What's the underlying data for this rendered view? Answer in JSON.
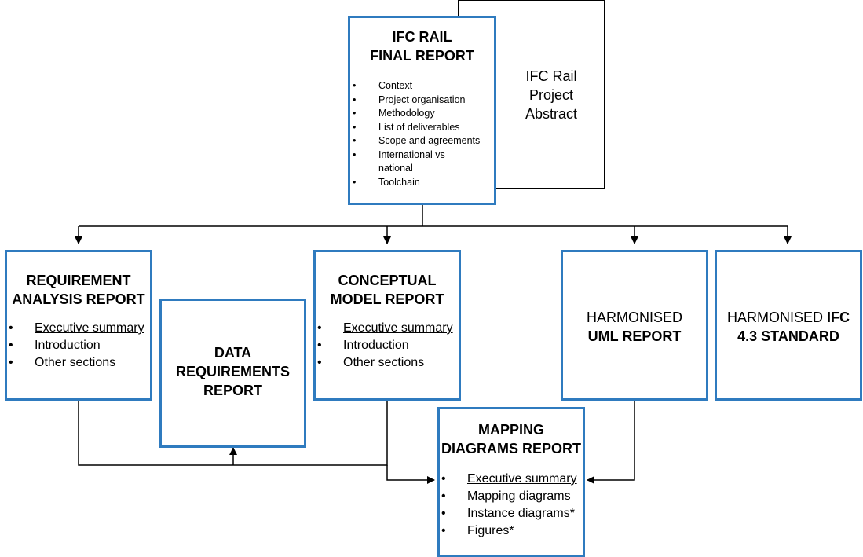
{
  "abstract": {
    "lines": [
      "IFC Rail",
      "Project",
      "Abstract"
    ]
  },
  "final_report": {
    "title_lines": [
      "IFC RAIL",
      "FINAL REPORT"
    ],
    "items": [
      "Context",
      "Project organisation",
      "Methodology",
      "List of deliverables",
      "Scope and agreements",
      "International vs national",
      "Toolchain"
    ]
  },
  "requirement_analysis": {
    "title_lines": [
      "REQUIREMENT",
      "ANALYSIS REPORT"
    ],
    "items": [
      "Executive summary",
      "Introduction",
      "Other sections"
    ]
  },
  "data_requirements": {
    "title_lines": [
      "DATA",
      "REQUIREMENTS",
      "REPORT"
    ]
  },
  "conceptual_model": {
    "title_lines": [
      "CONCEPTUAL",
      "MODEL REPORT"
    ],
    "items": [
      "Executive summary",
      "Introduction",
      "Other sections"
    ]
  },
  "uml_report": {
    "line1": "HARMONISED",
    "line2": "UML REPORT"
  },
  "ifc_standard": {
    "line1_regular": "HARMONISED",
    "line1_bold": "IFC",
    "line2": "4.3 STANDARD"
  },
  "mapping_diagrams": {
    "title_lines": [
      "MAPPING",
      "DIAGRAMS REPORT"
    ],
    "items": [
      "Executive summary",
      "Mapping diagrams",
      "Instance diagrams*",
      "Figures*"
    ]
  },
  "colors": {
    "box_border": "#2f7bbf",
    "connector": "#000000"
  }
}
